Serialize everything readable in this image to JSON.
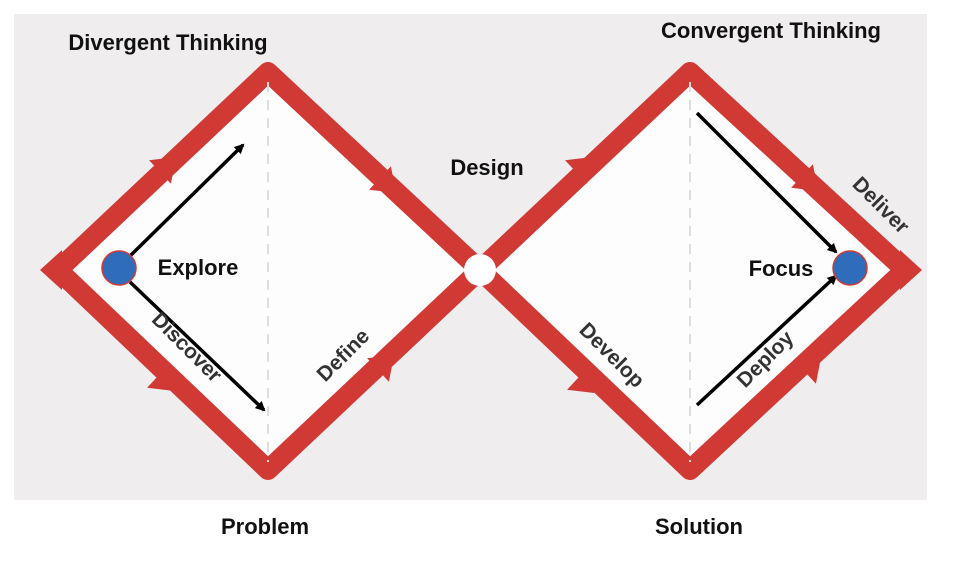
{
  "colors": {
    "background": "#efedee",
    "path": "#d13a34",
    "node": "#2f6dba",
    "arrow": "#000000"
  },
  "labels": {
    "divergent": "Divergent Thinking",
    "convergent": "Convergent Thinking",
    "design": "Design",
    "explore": "Explore",
    "focus": "Focus",
    "problem": "Problem",
    "solution": "Solution"
  },
  "phases": {
    "discover": "Discover",
    "define": "Define",
    "develop": "Develop",
    "deploy": "Deploy",
    "deliver": "Deliver"
  }
}
